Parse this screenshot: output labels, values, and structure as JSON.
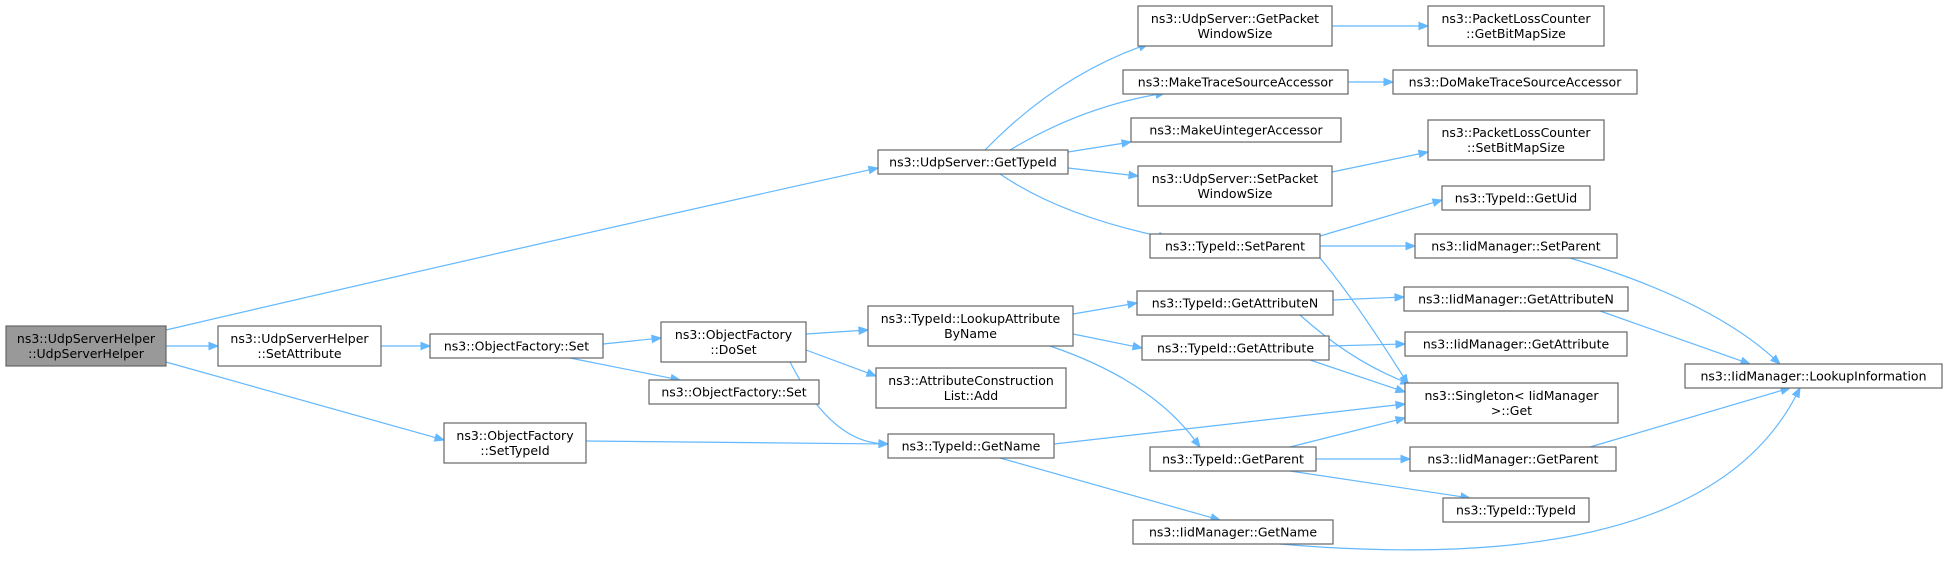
{
  "diagram": {
    "type": "call-graph",
    "edge_color": "#63b8ff",
    "node_border_color": "#666666",
    "root_fill_color": "#999999",
    "nodes": [
      {
        "id": "root",
        "lines": [
          "ns3::UdpServerHelper",
          "::UdpServerHelper"
        ],
        "root": true
      },
      {
        "id": "helper_setattr",
        "lines": [
          "ns3::UdpServerHelper",
          "::SetAttribute"
        ]
      },
      {
        "id": "of_set",
        "lines": [
          "ns3::ObjectFactory::Set"
        ]
      },
      {
        "id": "of_doset",
        "lines": [
          "ns3::ObjectFactory",
          "::DoSet"
        ]
      },
      {
        "id": "of_set2",
        "lines": [
          "ns3::ObjectFactory::Set"
        ]
      },
      {
        "id": "of_settypeid",
        "lines": [
          "ns3::ObjectFactory",
          "::SetTypeId"
        ]
      },
      {
        "id": "us_gettypeid",
        "lines": [
          "ns3::UdpServer::GetTypeId"
        ]
      },
      {
        "id": "us_getpws",
        "lines": [
          "ns3::UdpServer::GetPacket",
          "WindowSize"
        ]
      },
      {
        "id": "plc_getbms",
        "lines": [
          "ns3::PacketLossCounter",
          "::GetBitMapSize"
        ]
      },
      {
        "id": "make_tsa",
        "lines": [
          "ns3::MakeTraceSourceAccessor"
        ]
      },
      {
        "id": "domake_tsa",
        "lines": [
          "ns3::DoMakeTraceSourceAccessor"
        ]
      },
      {
        "id": "make_uia",
        "lines": [
          "ns3::MakeUintegerAccessor"
        ]
      },
      {
        "id": "us_setpws",
        "lines": [
          "ns3::UdpServer::SetPacket",
          "WindowSize"
        ]
      },
      {
        "id": "plc_setbms",
        "lines": [
          "ns3::PacketLossCounter",
          "::SetBitMapSize"
        ]
      },
      {
        "id": "tid_setparent",
        "lines": [
          "ns3::TypeId::SetParent"
        ]
      },
      {
        "id": "tid_getuid",
        "lines": [
          "ns3::TypeId::GetUid"
        ]
      },
      {
        "id": "iid_setparent",
        "lines": [
          "ns3::IidManager::SetParent"
        ]
      },
      {
        "id": "tid_lookupattr",
        "lines": [
          "ns3::TypeId::LookupAttribute",
          "ByName"
        ]
      },
      {
        "id": "tid_getattrn",
        "lines": [
          "ns3::TypeId::GetAttributeN"
        ]
      },
      {
        "id": "iid_getattrn",
        "lines": [
          "ns3::IidManager::GetAttributeN"
        ]
      },
      {
        "id": "tid_getattr",
        "lines": [
          "ns3::TypeId::GetAttribute"
        ]
      },
      {
        "id": "iid_getattr",
        "lines": [
          "ns3::IidManager::GetAttribute"
        ]
      },
      {
        "id": "acl_add",
        "lines": [
          "ns3::AttributeConstruction",
          "List::Add"
        ]
      },
      {
        "id": "singleton_get",
        "lines": [
          "ns3::Singleton< IidManager",
          " >::Get"
        ]
      },
      {
        "id": "iid_lookupinfo",
        "lines": [
          "ns3::IidManager::LookupInformation"
        ]
      },
      {
        "id": "tid_getname",
        "lines": [
          "ns3::TypeId::GetName"
        ]
      },
      {
        "id": "tid_getparent",
        "lines": [
          "ns3::TypeId::GetParent"
        ]
      },
      {
        "id": "iid_getparent",
        "lines": [
          "ns3::IidManager::GetParent"
        ]
      },
      {
        "id": "tid_typeid",
        "lines": [
          "ns3::TypeId::TypeId"
        ]
      },
      {
        "id": "iid_getname",
        "lines": [
          "ns3::IidManager::GetName"
        ]
      }
    ],
    "edges": [
      [
        "root",
        "us_gettypeid"
      ],
      [
        "root",
        "helper_setattr"
      ],
      [
        "root",
        "of_settypeid"
      ],
      [
        "helper_setattr",
        "of_set"
      ],
      [
        "of_set",
        "of_doset"
      ],
      [
        "of_set",
        "of_set2"
      ],
      [
        "of_doset",
        "tid_lookupattr"
      ],
      [
        "of_doset",
        "acl_add"
      ],
      [
        "of_doset",
        "tid_getname"
      ],
      [
        "of_settypeid",
        "tid_getname"
      ],
      [
        "us_gettypeid",
        "us_getpws"
      ],
      [
        "us_gettypeid",
        "make_tsa"
      ],
      [
        "us_gettypeid",
        "make_uia"
      ],
      [
        "us_gettypeid",
        "us_setpws"
      ],
      [
        "us_gettypeid",
        "tid_setparent"
      ],
      [
        "us_getpws",
        "plc_getbms"
      ],
      [
        "make_tsa",
        "domake_tsa"
      ],
      [
        "us_setpws",
        "plc_setbms"
      ],
      [
        "tid_setparent",
        "tid_getuid"
      ],
      [
        "tid_setparent",
        "iid_setparent"
      ],
      [
        "tid_setparent",
        "singleton_get"
      ],
      [
        "iid_setparent",
        "iid_lookupinfo"
      ],
      [
        "tid_lookupattr",
        "tid_getattrn"
      ],
      [
        "tid_lookupattr",
        "tid_getattr"
      ],
      [
        "tid_lookupattr",
        "tid_getparent"
      ],
      [
        "tid_getattrn",
        "iid_getattrn"
      ],
      [
        "tid_getattrn",
        "singleton_get"
      ],
      [
        "iid_getattrn",
        "iid_lookupinfo"
      ],
      [
        "tid_getattr",
        "iid_getattr"
      ],
      [
        "tid_getattr",
        "singleton_get"
      ],
      [
        "tid_getname",
        "singleton_get"
      ],
      [
        "tid_getname",
        "iid_getname"
      ],
      [
        "tid_getparent",
        "singleton_get"
      ],
      [
        "tid_getparent",
        "iid_getparent"
      ],
      [
        "tid_getparent",
        "tid_typeid"
      ],
      [
        "iid_getparent",
        "iid_lookupinfo"
      ],
      [
        "iid_getname",
        "iid_lookupinfo"
      ]
    ]
  }
}
